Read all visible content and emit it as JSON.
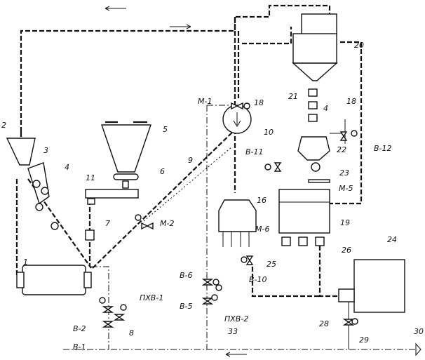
{
  "diagram": {
    "labels": {
      "n1": "1",
      "n2": "2",
      "n3": "3",
      "n4a": "4",
      "n4b": "4",
      "n5": "5",
      "n6": "6",
      "n7": "7",
      "n8": "8",
      "n9": "9",
      "n10": "10",
      "n11": "11",
      "n16": "16",
      "n18a": "18",
      "n18b": "18",
      "n19": "19",
      "n20": "20",
      "n21": "21",
      "n22": "22",
      "n23": "23",
      "n24": "24",
      "n25": "25",
      "n26": "26",
      "n28": "28",
      "n29": "29",
      "n30": "30",
      "n33": "33",
      "m1": "М-1",
      "m2": "М-2",
      "m5": "М-5",
      "m6": "М-6",
      "v1": "В-1",
      "v2": "В-2",
      "v5": "В-5",
      "v6": "В-6",
      "v10": "В-10",
      "v11": "В-11",
      "v12": "В-12",
      "pkhv1": "ПХВ-1",
      "pkhv2": "ПХВ-2"
    }
  }
}
